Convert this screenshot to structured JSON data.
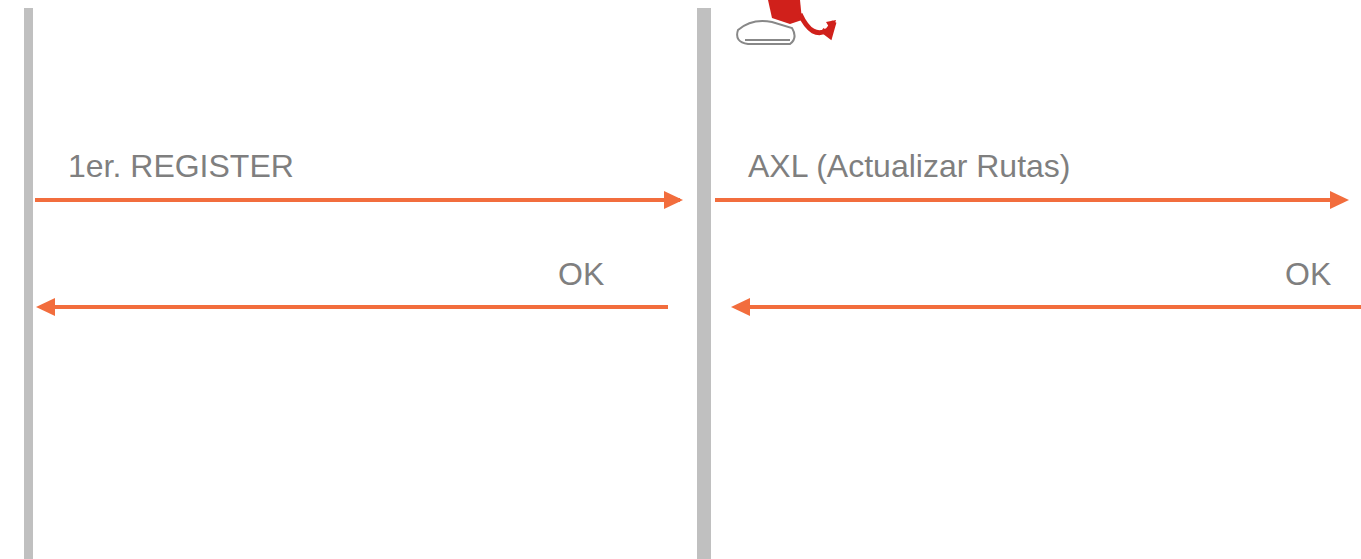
{
  "diagram": {
    "labels": [
      "1er. REGISTER",
      "OK",
      "AXL (Actualizar Rutas)",
      "OK"
    ]
  }
}
